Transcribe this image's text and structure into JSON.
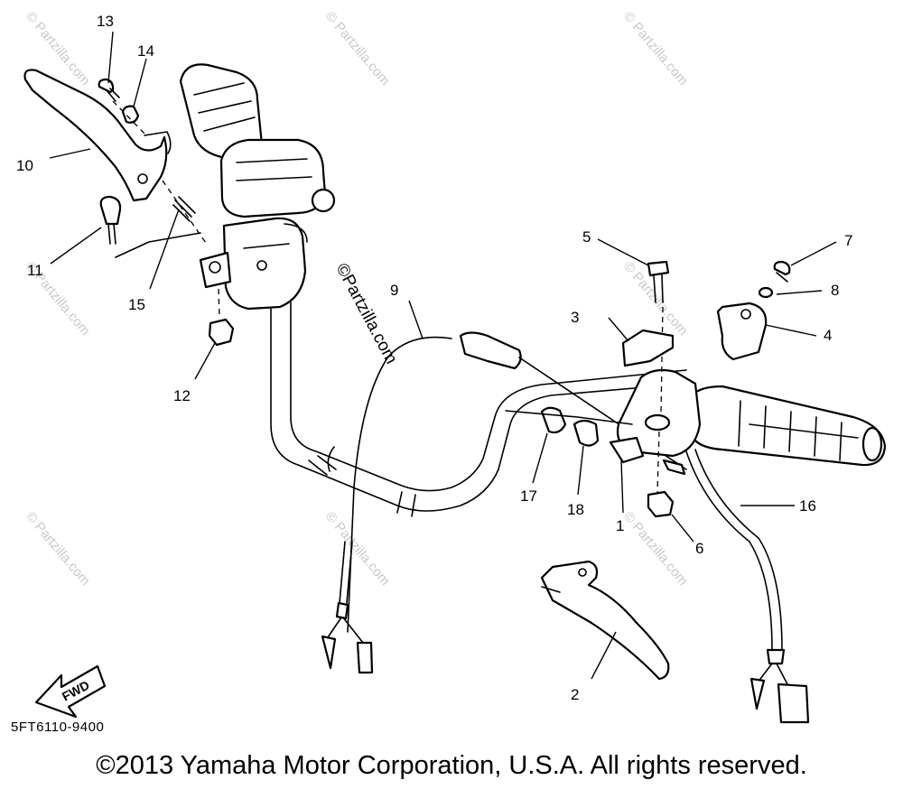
{
  "diagram": {
    "callouts": [
      {
        "id": "1",
        "label": "1"
      },
      {
        "id": "2",
        "label": "2"
      },
      {
        "id": "3",
        "label": "3"
      },
      {
        "id": "4",
        "label": "4"
      },
      {
        "id": "5",
        "label": "5"
      },
      {
        "id": "6",
        "label": "6"
      },
      {
        "id": "7",
        "label": "7"
      },
      {
        "id": "8",
        "label": "8"
      },
      {
        "id": "9",
        "label": "9"
      },
      {
        "id": "10",
        "label": "10"
      },
      {
        "id": "11",
        "label": "11"
      },
      {
        "id": "12",
        "label": "12"
      },
      {
        "id": "13",
        "label": "13"
      },
      {
        "id": "14",
        "label": "14"
      },
      {
        "id": "15",
        "label": "15"
      },
      {
        "id": "16",
        "label": "16"
      },
      {
        "id": "17",
        "label": "17"
      },
      {
        "id": "18",
        "label": "18"
      }
    ],
    "fwd_label": "FWD",
    "center_watermark": "©Partzilla.com",
    "watermark_text": "© Partzilla.com",
    "part_code": "5FT6110-9400",
    "copyright": "©2013 Yamaha Motor Corporation, U.S.A. All rights reserved."
  }
}
